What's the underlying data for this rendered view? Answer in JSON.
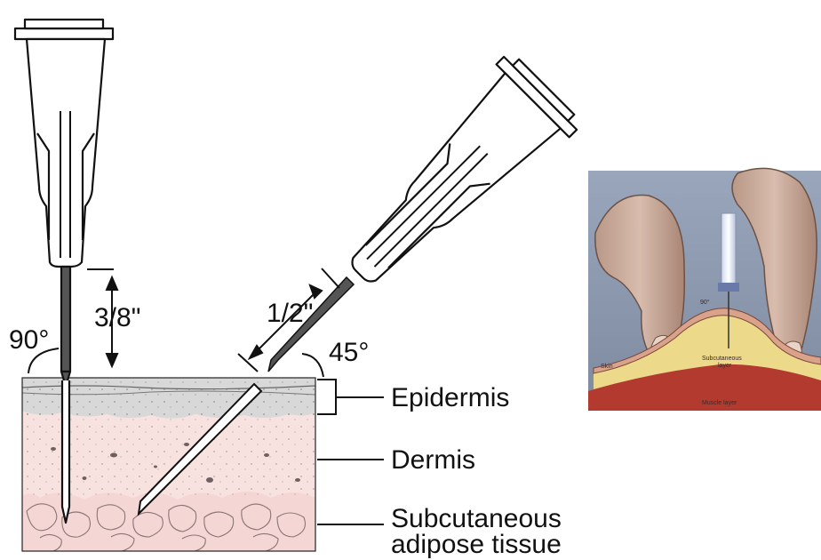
{
  "needle_90": {
    "angle_label": "90°",
    "depth_label": "3/8\""
  },
  "needle_45": {
    "angle_label": "45°",
    "length_label": "1/2\""
  },
  "layers": {
    "epidermis": "Epidermis",
    "dermis": "Dermis",
    "subcutaneous_line1": "Subcutaneous",
    "subcutaneous_line2": "adipose tissue"
  },
  "inset": {
    "angle_label": "90°",
    "subcutaneous_line1": "Subcutaneous",
    "subcutaneous_line2": "layer",
    "skin_label": "Skin",
    "muscle_label": "Muscle layer"
  },
  "colors": {
    "epidermis": "#d8d8d8",
    "dermis": "#f8e2e0",
    "subcutaneous": "#f4d6d4",
    "line": "#111111",
    "inset_background": "#8e9ab0",
    "inset_skin": "#d9a28a",
    "inset_fat": "#ecd98a",
    "inset_muscle": "#b33a2e"
  }
}
